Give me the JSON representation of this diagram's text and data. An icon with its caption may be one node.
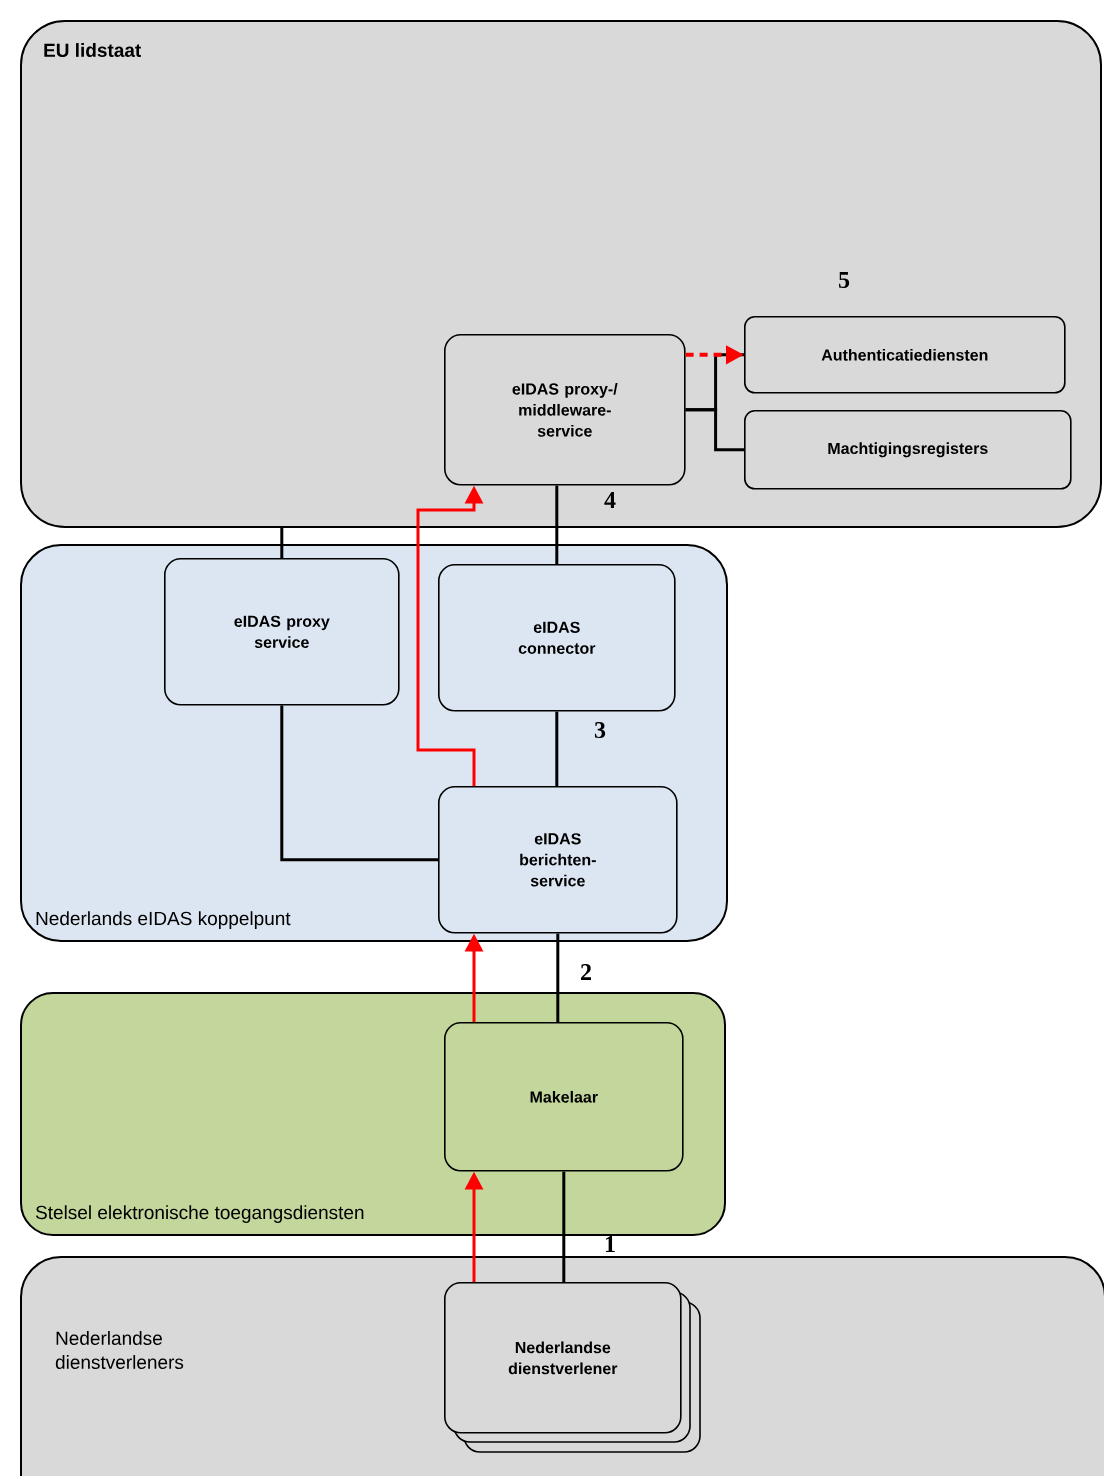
{
  "diagram": {
    "nodes": [
      {
        "text": [
          "EU lidstaat"
        ]
      },
      {
        "text": [
          "eIDAS proxy-/ middleware-service"
        ],
        "in": 0
      },
      {
        "text": [
          "Authenticatiediensten"
        ],
        "in": 0
      },
      {
        "text": [
          "Machtigingsregisters"
        ],
        "in": 0
      },
      {
        "text": [
          "Nederlands eIDAS koppelpunt"
        ]
      },
      {
        "text": [
          "eIDAS proxy service"
        ],
        "in": 4
      },
      {
        "text": [
          "eIDAS connector"
        ],
        "in": 4
      },
      {
        "text": [
          "eIDAS berichten-service"
        ],
        "in": 4
      },
      {
        "text": [
          "Stelsel elektronische toegangsdiensten"
        ]
      },
      {
        "text": [
          "Makelaar"
        ],
        "in": 8
      },
      {
        "text": [
          "Nederlandse dienstverleners"
        ]
      },
      {
        "text": [
          "Nederlandse dienstverlener"
        ],
        "in": 10
      }
    ],
    "edges": [
      {
        "from": 1,
        "to": 2,
        "arrow": "none"
      },
      {
        "from": 1,
        "to": 3,
        "arrow": "none"
      },
      {
        "from": 5,
        "to": 0,
        "arrow": "none"
      },
      {
        "from": 6,
        "to": 1,
        "arrow": "none"
      },
      {
        "from": 5,
        "to": 7,
        "arrow": "none"
      },
      {
        "from": 6,
        "to": 7,
        "arrow": "none"
      },
      {
        "from": 7,
        "to": 9,
        "arrow": "none"
      },
      {
        "from": 9,
        "to": 11,
        "arrow": "none"
      },
      {
        "from": 11,
        "to": 9,
        "arrow": "to",
        "color": "#ff0000"
      },
      {
        "from": 9,
        "to": 7,
        "arrow": "to",
        "color": "#ff0000"
      },
      {
        "from": 7,
        "to": 1,
        "arrow": "to",
        "color": "#ff0000"
      },
      {
        "from": 1,
        "to": 2,
        "arrow": "to",
        "style": "dashed",
        "color": "#ff0000"
      }
    ],
    "labels": [
      "5",
      "4",
      "3",
      "2",
      "1"
    ]
  }
}
